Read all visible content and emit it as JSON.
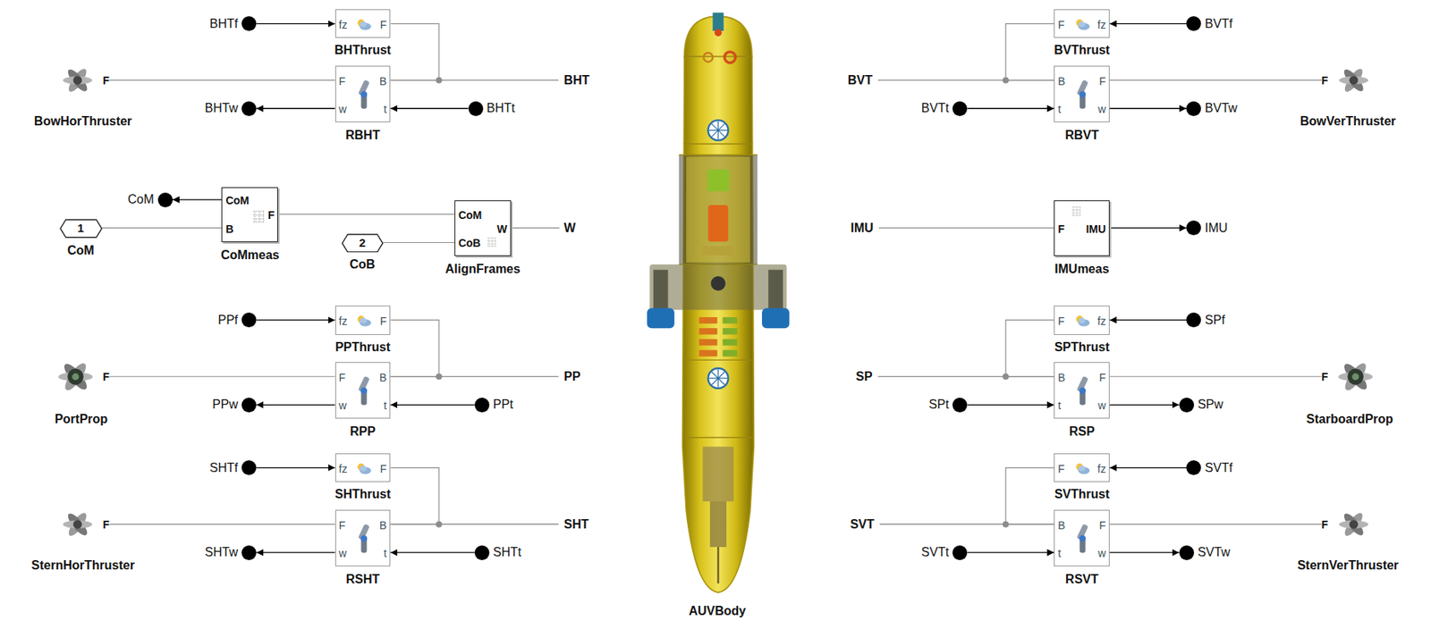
{
  "diagram": {
    "nodes": [
      {
        "text": [
          "F",
          "BowHorThruster"
        ]
      },
      {
        "text": [
          "BHTf"
        ]
      },
      {
        "text": [
          "fz",
          "F",
          "BHThrust"
        ]
      },
      {
        "text": [
          "F",
          "B",
          "w",
          "t",
          "RBHT"
        ]
      },
      {
        "text": [
          "BHTw"
        ]
      },
      {
        "text": [
          "BHTt"
        ]
      },
      {
        "text": [
          "CoM"
        ]
      },
      {
        "text": [
          "CoM",
          "B",
          "F",
          "CoMmeas"
        ]
      },
      {
        "text": [
          "1",
          "CoM"
        ]
      },
      {
        "text": [
          "CoM",
          "W",
          "CoB",
          "AlignFrames"
        ]
      },
      {
        "text": [
          "2",
          "CoB"
        ]
      },
      {
        "text": [
          "F",
          "PortProp"
        ]
      },
      {
        "text": [
          "PPf"
        ]
      },
      {
        "text": [
          "fz",
          "F",
          "PPThrust"
        ]
      },
      {
        "text": [
          "F",
          "B",
          "w",
          "t",
          "RPP"
        ]
      },
      {
        "text": [
          "PPw"
        ]
      },
      {
        "text": [
          "PPt"
        ]
      },
      {
        "text": [
          "F",
          "SternHorThruster"
        ]
      },
      {
        "text": [
          "SHTf"
        ]
      },
      {
        "text": [
          "fz",
          "F",
          "SHThrust"
        ]
      },
      {
        "text": [
          "F",
          "B",
          "w",
          "t",
          "RSHT"
        ]
      },
      {
        "text": [
          "SHTw"
        ]
      },
      {
        "text": [
          "SHTt"
        ]
      },
      {
        "text": [
          "AUVBody"
        ]
      },
      {
        "text": [
          "F",
          "fz",
          "BVThrust"
        ]
      },
      {
        "text": [
          "BVTf"
        ]
      },
      {
        "text": [
          "B",
          "F",
          "t",
          "w",
          "RBVT"
        ]
      },
      {
        "text": [
          "F",
          "BowVerThruster"
        ]
      },
      {
        "text": [
          "BVTt"
        ]
      },
      {
        "text": [
          "BVTw"
        ]
      },
      {
        "text": [
          "F",
          "IMU",
          "IMUmeas"
        ]
      },
      {
        "text": [
          "IMU"
        ]
      },
      {
        "text": [
          "F",
          "fz",
          "SPThrust"
        ]
      },
      {
        "text": [
          "SPf"
        ]
      },
      {
        "text": [
          "B",
          "F",
          "t",
          "w",
          "RSP"
        ]
      },
      {
        "text": [
          "F",
          "StarboardProp"
        ]
      },
      {
        "text": [
          "SPt"
        ]
      },
      {
        "text": [
          "SPw"
        ]
      },
      {
        "text": [
          "F",
          "fz",
          "SVThrust"
        ]
      },
      {
        "text": [
          "SVTf"
        ]
      },
      {
        "text": [
          "B",
          "F",
          "t",
          "w",
          "RSVT"
        ]
      },
      {
        "text": [
          "F",
          "SternVerThruster"
        ]
      },
      {
        "text": [
          "SVTt"
        ]
      },
      {
        "text": [
          "SVTw"
        ]
      }
    ],
    "edges": [
      {
        "from": 1,
        "to": 2,
        "arrow": "to"
      },
      {
        "from": 2,
        "to": 3,
        "arrow": "none"
      },
      {
        "from": 0,
        "to": 3,
        "arrow": "none"
      },
      {
        "from": 3,
        "to": 4,
        "arrow": "to"
      },
      {
        "from": 5,
        "to": 3,
        "arrow": "to"
      },
      {
        "from": 7,
        "to": 6,
        "arrow": "to"
      },
      {
        "from": 8,
        "to": 7,
        "arrow": "none"
      },
      {
        "from": 7,
        "to": 9,
        "arrow": "none"
      },
      {
        "from": 10,
        "to": 9,
        "arrow": "none"
      },
      {
        "from": 12,
        "to": 13,
        "arrow": "to"
      },
      {
        "from": 13,
        "to": 14,
        "arrow": "none"
      },
      {
        "from": 11,
        "to": 14,
        "arrow": "none"
      },
      {
        "from": 14,
        "to": 15,
        "arrow": "to"
      },
      {
        "from": 16,
        "to": 14,
        "arrow": "to"
      },
      {
        "from": 18,
        "to": 19,
        "arrow": "to"
      },
      {
        "from": 19,
        "to": 20,
        "arrow": "none"
      },
      {
        "from": 17,
        "to": 20,
        "arrow": "none"
      },
      {
        "from": 20,
        "to": 21,
        "arrow": "to"
      },
      {
        "from": 22,
        "to": 20,
        "arrow": "to"
      },
      {
        "from": 25,
        "to": 24,
        "arrow": "to"
      },
      {
        "from": 24,
        "to": 26,
        "arrow": "none"
      },
      {
        "from": 26,
        "to": 27,
        "arrow": "none"
      },
      {
        "from": 28,
        "to": 26,
        "arrow": "to"
      },
      {
        "from": 26,
        "to": 29,
        "arrow": "to"
      },
      {
        "from": 30,
        "to": 31,
        "arrow": "to"
      },
      {
        "from": 33,
        "to": 32,
        "arrow": "to"
      },
      {
        "from": 32,
        "to": 34,
        "arrow": "none"
      },
      {
        "from": 34,
        "to": 35,
        "arrow": "none"
      },
      {
        "from": 36,
        "to": 34,
        "arrow": "to"
      },
      {
        "from": 34,
        "to": 37,
        "arrow": "to"
      },
      {
        "from": 39,
        "to": 38,
        "arrow": "to"
      },
      {
        "from": 38,
        "to": 40,
        "arrow": "none"
      },
      {
        "from": 40,
        "to": 41,
        "arrow": "none"
      },
      {
        "from": 42,
        "to": 40,
        "arrow": "to"
      },
      {
        "from": 40,
        "to": 43,
        "arrow": "to"
      }
    ],
    "labels": [
      "BHT",
      "BVT",
      "W",
      "IMU",
      "PP",
      "SP",
      "SHT",
      "SVT"
    ]
  }
}
